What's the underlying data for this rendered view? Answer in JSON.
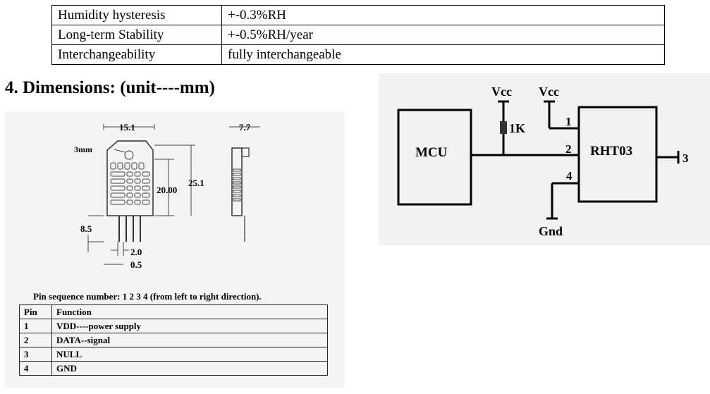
{
  "spec_table": {
    "rows": [
      {
        "property": "Humidity hysteresis",
        "value": "+-0.3%RH"
      },
      {
        "property": "Long-term Stability",
        "value": "+-0.5%RH/year"
      },
      {
        "property": "Interchangeability",
        "value": "fully interchangeable"
      }
    ]
  },
  "section_title": "4. Dimensions: (unit----mm)",
  "dimensions": {
    "width_label": "15.1",
    "depth_label": "7.7",
    "hole_label": "3mm",
    "height_label": "20.00",
    "total_height_label": "25.1",
    "pin_length_label": "8.5",
    "pitch_label": "2.0",
    "pin_width_label": "0.5"
  },
  "pin_section": {
    "caption": "Pin sequence number:   1 2 3 4 (from left to right direction).",
    "headers": [
      "Pin",
      "Function"
    ],
    "rows": [
      {
        "pin": "1",
        "function": "VDD----power supply"
      },
      {
        "pin": "2",
        "function": "DATA--signal"
      },
      {
        "pin": "3",
        "function": "NULL"
      },
      {
        "pin": "4",
        "function": "GND"
      }
    ]
  },
  "circuit": {
    "vcc_left": "Vcc",
    "vcc_right": "Vcc",
    "resistor": "1K",
    "mcu": "MCU",
    "sensor": "RHT03",
    "pin1": "1",
    "pin2": "2",
    "pin3": "3",
    "pin4": "4",
    "gnd": "Gnd"
  }
}
